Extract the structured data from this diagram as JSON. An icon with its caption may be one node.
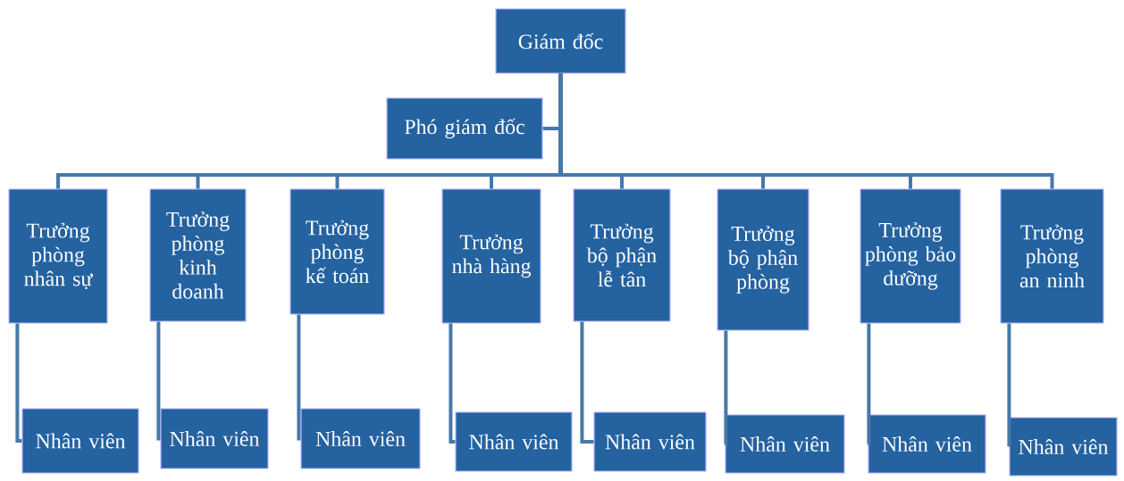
{
  "diagram": {
    "nodes": [
      {
        "text": [
          "Giám đốc"
        ]
      },
      {
        "text": [
          "Phó giám đốc"
        ]
      },
      {
        "text": [
          "Trưởng phòng nhân sự"
        ]
      },
      {
        "text": [
          "Trưởng phòng kinh doanh"
        ]
      },
      {
        "text": [
          "Trưởng phòng kế toán"
        ]
      },
      {
        "text": [
          "Trưởng nhà hàng"
        ]
      },
      {
        "text": [
          "Trưởng bộ phận lễ tân"
        ]
      },
      {
        "text": [
          "Trưởng bộ phận phòng"
        ]
      },
      {
        "text": [
          "Trưởng phòng bảo dưỡng"
        ]
      },
      {
        "text": [
          "Trưởng phòng an ninh"
        ]
      },
      {
        "text": [
          "Nhân viên"
        ]
      },
      {
        "text": [
          "Nhân viên"
        ]
      },
      {
        "text": [
          "Nhân viên"
        ]
      },
      {
        "text": [
          "Nhân viên"
        ]
      },
      {
        "text": [
          "Nhân viên"
        ]
      },
      {
        "text": [
          "Nhân viên"
        ]
      },
      {
        "text": [
          "Nhân viên"
        ]
      },
      {
        "text": [
          "Nhân viên"
        ]
      }
    ],
    "edges": [
      {
        "from": 0,
        "to": 1,
        "arrow": "none"
      },
      {
        "from": 0,
        "to": 2,
        "arrow": "none"
      },
      {
        "from": 0,
        "to": 3,
        "arrow": "none"
      },
      {
        "from": 0,
        "to": 4,
        "arrow": "none"
      },
      {
        "from": 0,
        "to": 5,
        "arrow": "none"
      },
      {
        "from": 0,
        "to": 6,
        "arrow": "none"
      },
      {
        "from": 0,
        "to": 7,
        "arrow": "none"
      },
      {
        "from": 0,
        "to": 8,
        "arrow": "none"
      },
      {
        "from": 0,
        "to": 9,
        "arrow": "none"
      },
      {
        "from": 2,
        "to": 10,
        "arrow": "none"
      },
      {
        "from": 3,
        "to": 11,
        "arrow": "none"
      },
      {
        "from": 4,
        "to": 12,
        "arrow": "none"
      },
      {
        "from": 5,
        "to": 13,
        "arrow": "none"
      },
      {
        "from": 6,
        "to": 14,
        "arrow": "none"
      },
      {
        "from": 7,
        "to": 15,
        "arrow": "none"
      },
      {
        "from": 8,
        "to": 16,
        "arrow": "none"
      },
      {
        "from": 9,
        "to": 17,
        "arrow": "none"
      }
    ]
  }
}
